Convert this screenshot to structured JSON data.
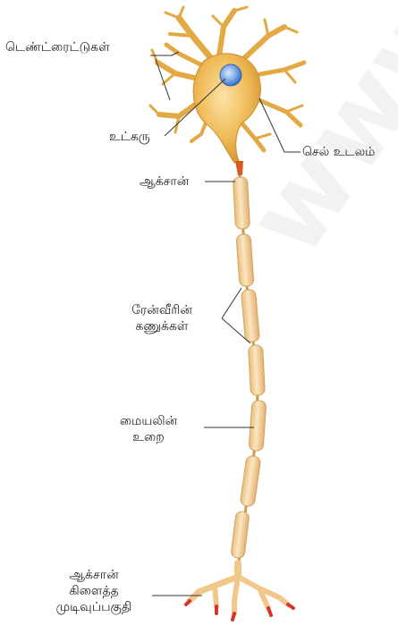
{
  "labels": {
    "dendrites": "டெண்ட்ரைட்டுகள்",
    "nucleus": "உட்கரு",
    "cell_body": "செல் உடலம்",
    "axon": "ஆக்சான்",
    "ranvier_line1": "ரேன்வீரின்",
    "ranvier_line2": "கணுக்கள்",
    "myelin_line1": "மையலின்",
    "myelin_line2": "உறை",
    "terminal_line1": "ஆக்சான்",
    "terminal_line2": "கிளைத்த",
    "terminal_line3": "முடிவுப்பகுதி"
  },
  "watermark": "www.P",
  "colors": {
    "cell": "#f3c46a",
    "cell_dark": "#d9a03c",
    "myelin": "#f6d9a8",
    "myelin_edge": "#d8ad6c",
    "nucleus": "#7aa7e6",
    "terminal_tip": "#d8342c",
    "axon_red": "#d85a22"
  }
}
